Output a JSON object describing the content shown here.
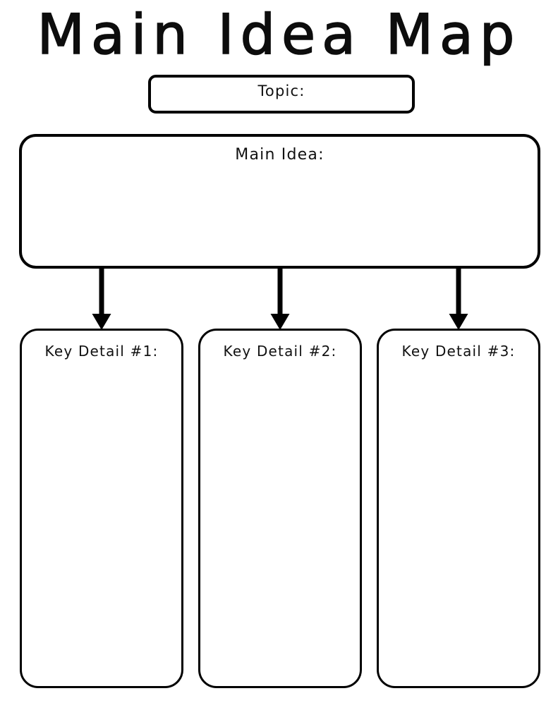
{
  "page": {
    "title": "Main Idea Map",
    "document_type": "graphic-organizer-worksheet",
    "background_color": "#ffffff",
    "ink_color": "#000000"
  },
  "topic": {
    "label": "Topic:",
    "value": "",
    "placeholder": ""
  },
  "main_idea": {
    "label": "Main Idea:",
    "value": "",
    "placeholder": ""
  },
  "key_details": [
    {
      "label": "Key Detail #1:",
      "value": "",
      "placeholder": ""
    },
    {
      "label": "Key Detail #2:",
      "value": "",
      "placeholder": ""
    },
    {
      "label": "Key Detail #3:",
      "value": "",
      "placeholder": ""
    }
  ],
  "connectors": [
    {
      "name": "arrow-to-key-detail-1",
      "from": "main-idea",
      "to": "key-detail-1",
      "direction": "down"
    },
    {
      "name": "arrow-to-key-detail-2",
      "from": "main-idea",
      "to": "key-detail-2",
      "direction": "down"
    },
    {
      "name": "arrow-to-key-detail-3",
      "from": "main-idea",
      "to": "key-detail-3",
      "direction": "down"
    }
  ]
}
